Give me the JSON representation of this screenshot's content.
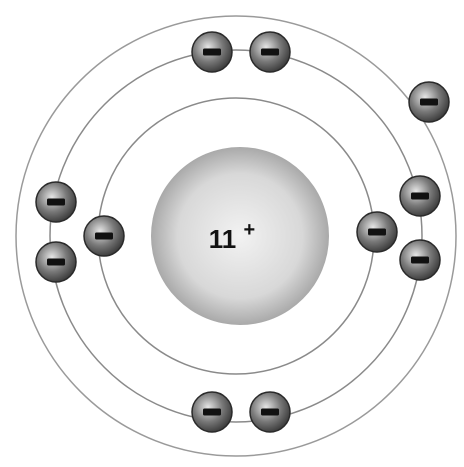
{
  "nucleus": {
    "charge_number": "11",
    "charge_sign": "+"
  },
  "electron": {
    "symbol": "−"
  },
  "shells": [
    {
      "electron_count": 2
    },
    {
      "electron_count": 8
    },
    {
      "electron_count": 1
    }
  ],
  "colors": {
    "orbit": "#8a8a8a",
    "electron_fill": "#555555",
    "electron_ring": "#222222",
    "nucleus_fill": "#d6d6d6",
    "background": "#ffffff"
  }
}
